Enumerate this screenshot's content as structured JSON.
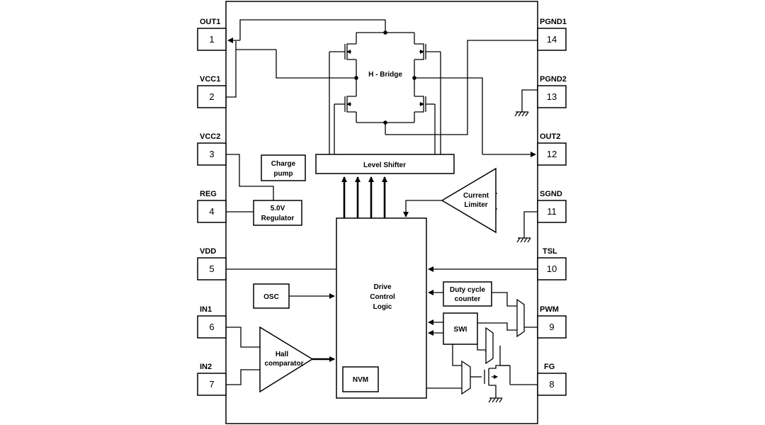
{
  "pins_left": [
    {
      "name": "OUT1",
      "number": "1"
    },
    {
      "name": "VCC1",
      "number": "2"
    },
    {
      "name": "VCC2",
      "number": "3"
    },
    {
      "name": "REG",
      "number": "4"
    },
    {
      "name": "VDD",
      "number": "5"
    },
    {
      "name": "IN1",
      "number": "6"
    },
    {
      "name": "IN2",
      "number": "7"
    }
  ],
  "pins_right": [
    {
      "name": "PGND1",
      "number": "14"
    },
    {
      "name": "PGND2",
      "number": "13"
    },
    {
      "name": "OUT2",
      "number": "12"
    },
    {
      "name": "SGND",
      "number": "11"
    },
    {
      "name": "TSL",
      "number": "10"
    },
    {
      "name": "PWM",
      "number": "9"
    },
    {
      "name": "FG",
      "number": "8"
    }
  ],
  "blocks": {
    "h_bridge": "H - Bridge",
    "charge_pump": [
      "Charge",
      "pump"
    ],
    "level_shifter": "Level Shifter",
    "current_limiter": [
      "Current",
      "Limiter"
    ],
    "regulator": [
      "5.0V",
      "Regulator"
    ],
    "drive_control": [
      "Drive",
      "Control",
      "Logic"
    ],
    "osc": "OSC",
    "duty_cycle": [
      "Duty cycle",
      "counter"
    ],
    "swi": "SWI",
    "hall_comparator": [
      "Hall",
      "comparator"
    ],
    "nvm": "NVM"
  }
}
